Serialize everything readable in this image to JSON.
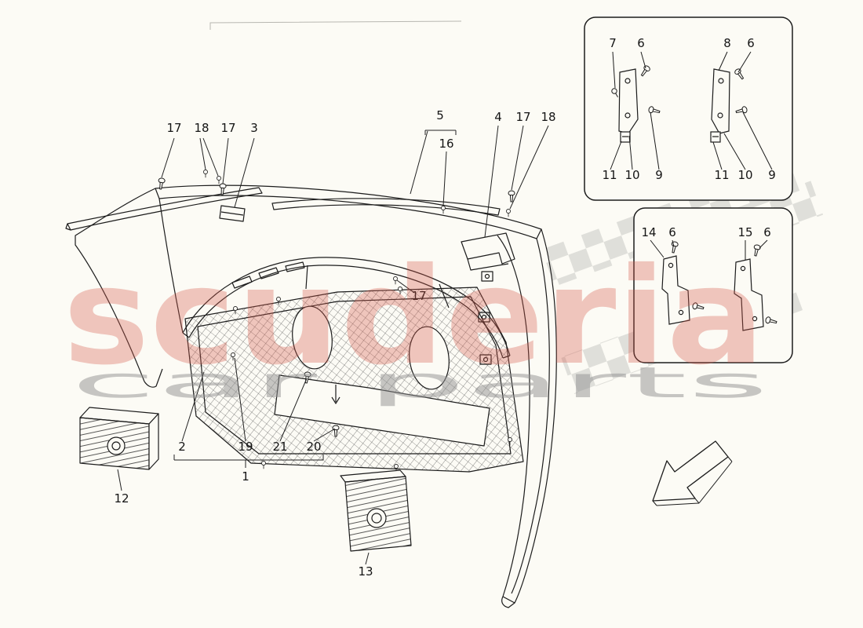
{
  "watermark": {
    "primary": "scuderia",
    "secondary": "car parts",
    "primary_color": "#d4574a",
    "secondary_color": "#8f8f8f"
  },
  "callouts": {
    "top_left": [
      "17",
      "18",
      "17",
      "3"
    ],
    "top_mid": [
      "5",
      "16"
    ],
    "top_right": [
      "4",
      "17",
      "18"
    ],
    "mid": [
      "17"
    ],
    "bottom": [
      "2",
      "19",
      "21",
      "20"
    ],
    "group": [
      "1"
    ],
    "parts": [
      "12",
      "13"
    ],
    "inset1_top": [
      "7",
      "6",
      "8",
      "6"
    ],
    "inset1_bottom": [
      "11",
      "10",
      "9",
      "11",
      "10",
      "9"
    ],
    "inset2_top": [
      "14",
      "6",
      "15",
      "6"
    ]
  },
  "colors": {
    "line": "#1c1c1c",
    "background": "#fcfbf5",
    "checker": "#c9c9c4"
  }
}
